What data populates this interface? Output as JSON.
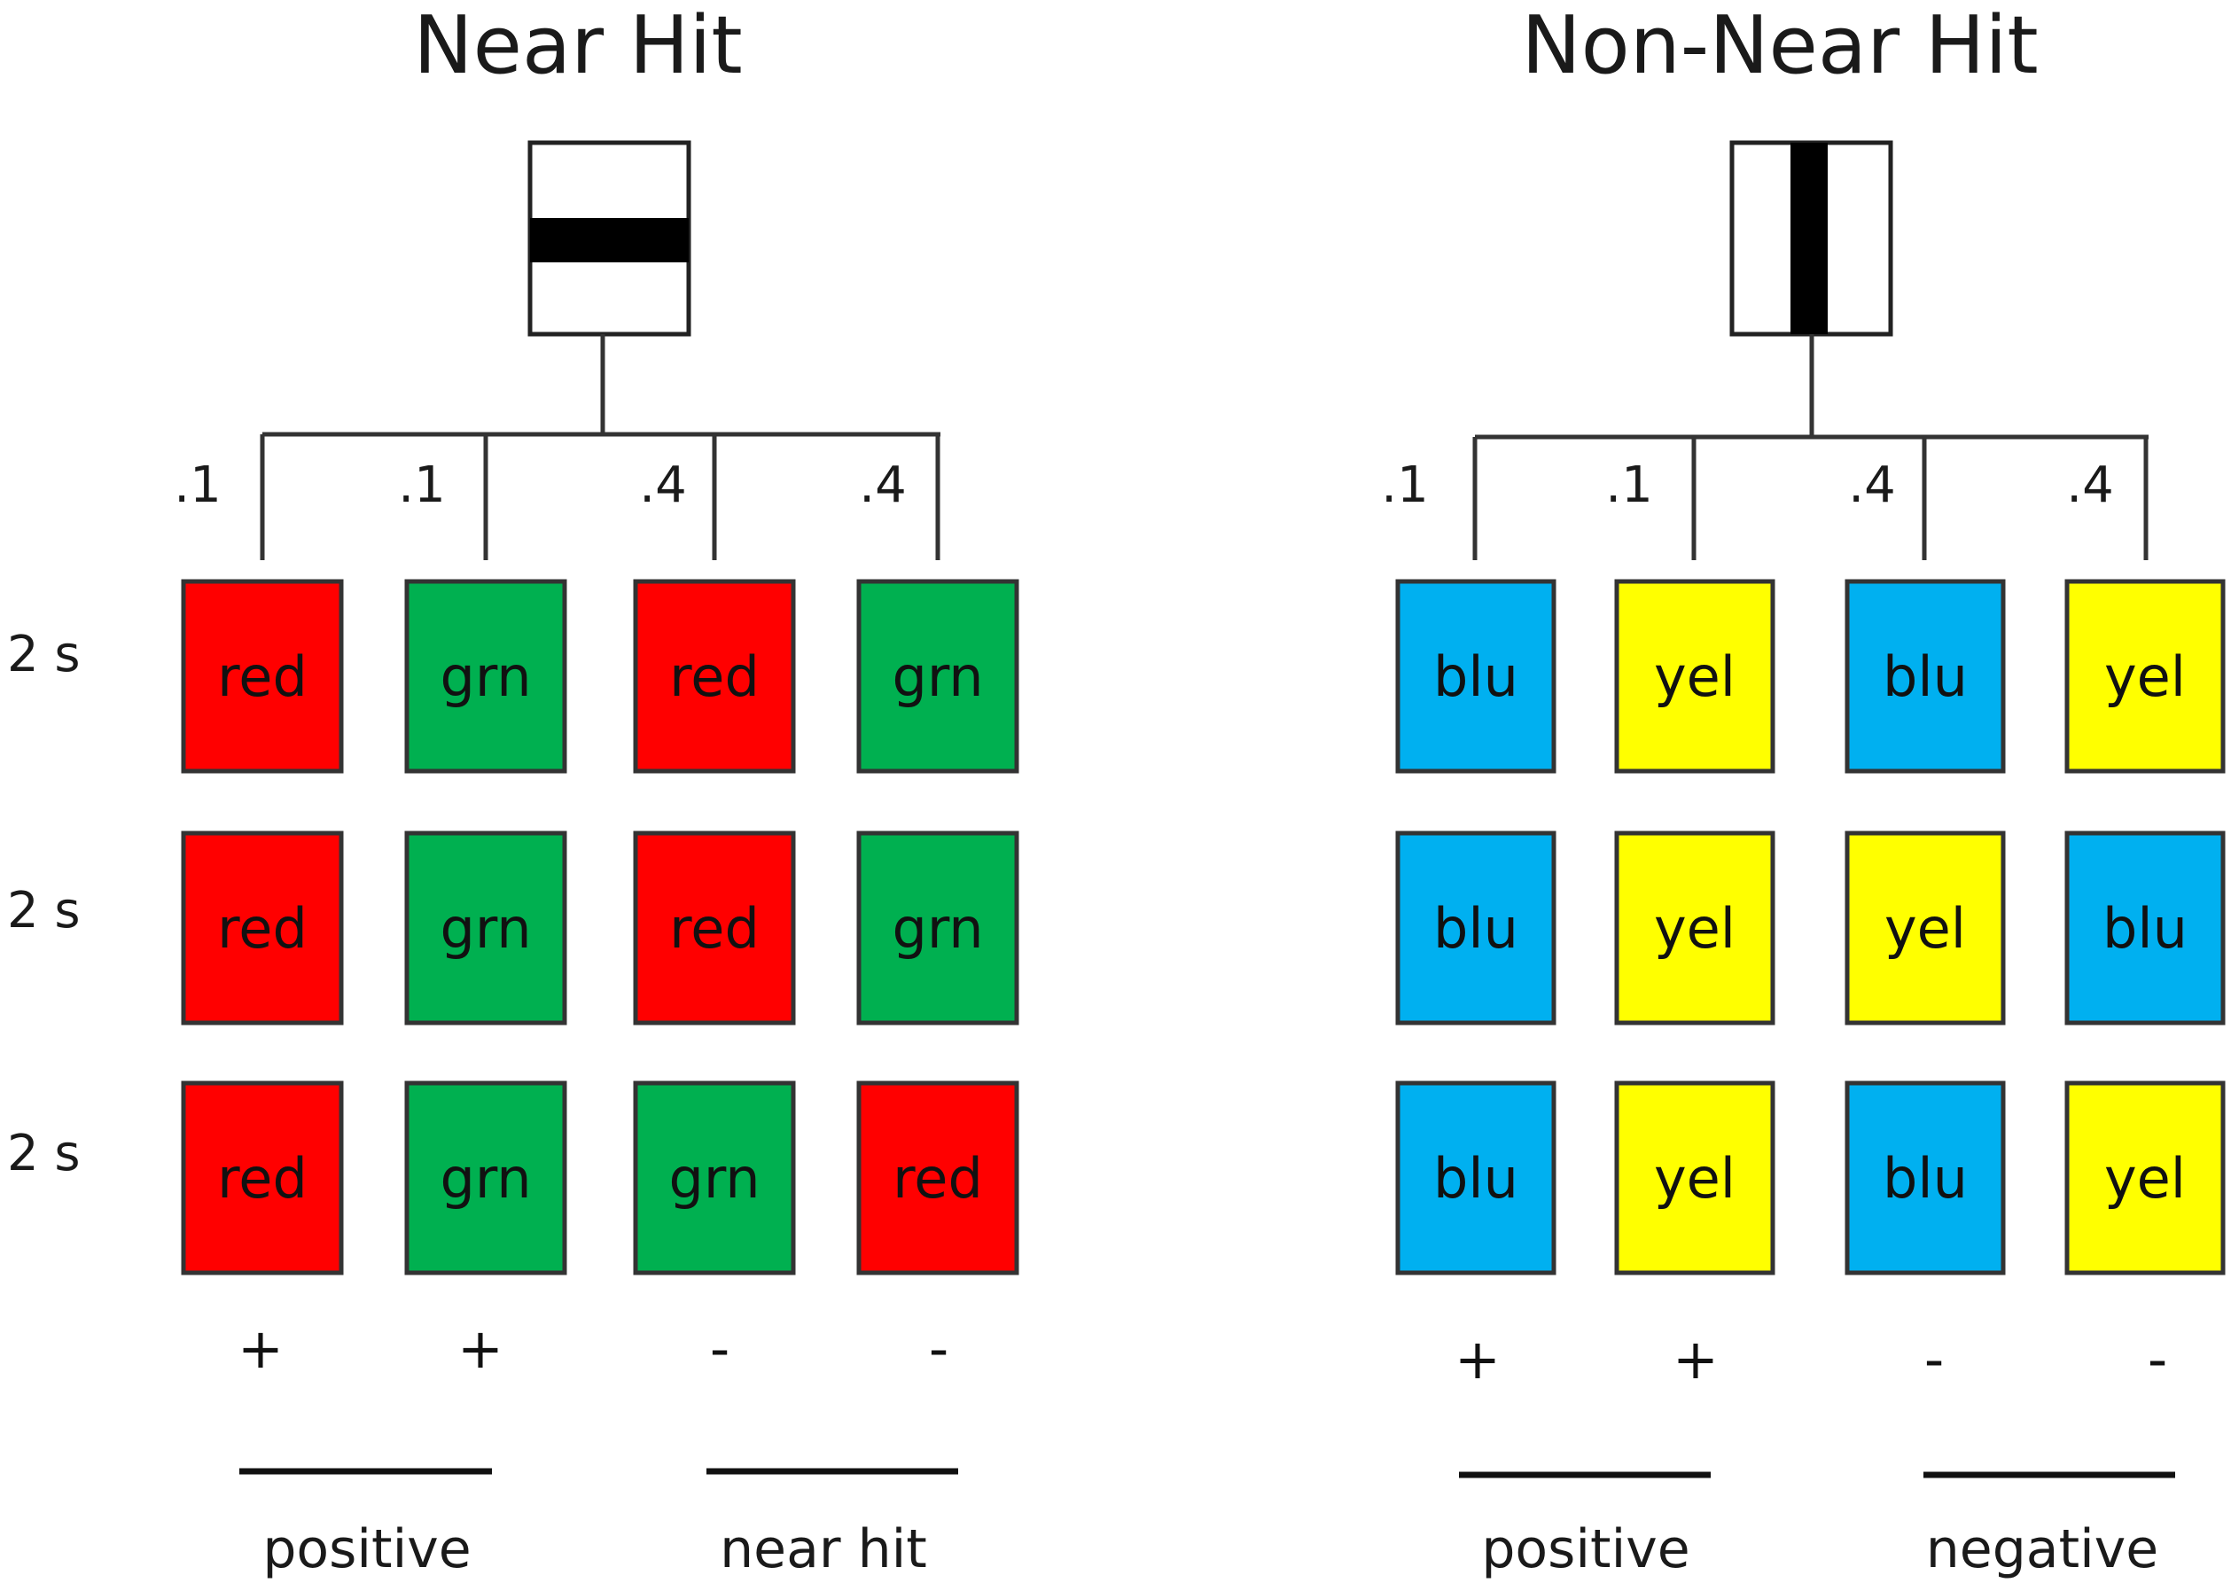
{
  "colors": {
    "red": "#ff0000",
    "grn": "#00b050",
    "blu": "#00b0f0",
    "yel": "#ffff00"
  },
  "panels": [
    {
      "id": "near-hit",
      "title": "Near Hit",
      "cue": "horizontal-bar",
      "probabilities": [
        ".1",
        ".1",
        ".4",
        ".4"
      ],
      "time_labels": [
        "2 s",
        "2 s",
        "2 s"
      ],
      "rows": [
        [
          "red",
          "grn",
          "red",
          "grn"
        ],
        [
          "red",
          "grn",
          "red",
          "grn"
        ],
        [
          "red",
          "grn",
          "grn",
          "red"
        ]
      ],
      "signs": [
        "+",
        "+",
        "-",
        "-"
      ],
      "groups": [
        "positive",
        "near hit"
      ]
    },
    {
      "id": "non-near-hit",
      "title": "Non-Near Hit",
      "cue": "vertical-bar",
      "probabilities": [
        ".1",
        ".1",
        ".4",
        ".4"
      ],
      "time_labels": [],
      "rows": [
        [
          "blu",
          "yel",
          "blu",
          "yel"
        ],
        [
          "blu",
          "yel",
          "yel",
          "blu"
        ],
        [
          "blu",
          "yel",
          "blu",
          "yel"
        ]
      ],
      "signs": [
        "+",
        "+",
        "-",
        "-"
      ],
      "groups": [
        "positive",
        "negative"
      ]
    }
  ]
}
